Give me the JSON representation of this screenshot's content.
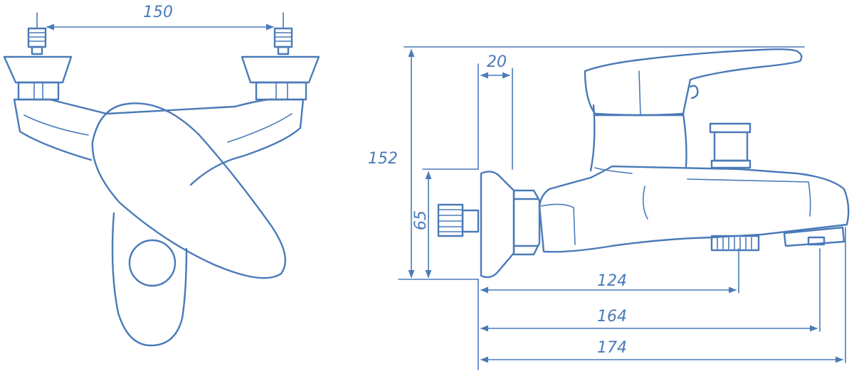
{
  "colors": {
    "line": "#4a7ab8",
    "background": "#ffffff"
  },
  "dimensions": {
    "d150": "150",
    "d20": "20",
    "d152": "152",
    "d65": "65",
    "d124": "124",
    "d164": "164",
    "d174": "174"
  }
}
